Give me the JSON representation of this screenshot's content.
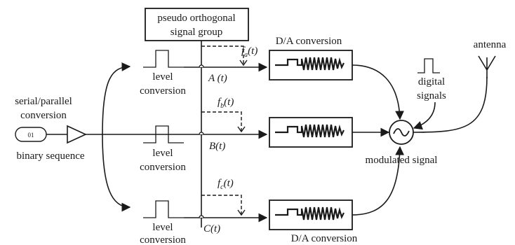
{
  "diagram": {
    "pseudo_group": {
      "line1": "pseudo orthogonal",
      "line2": "signal group"
    },
    "serial_parallel": {
      "line1": "serial/parallel",
      "line2": "conversion"
    },
    "binary_sequence": "binary sequence",
    "source_digits": "01",
    "level_conversion": {
      "line1": "level",
      "line2": "conversion"
    },
    "da_conversion": "D/A conversion",
    "digital_signals": {
      "line1": "digital",
      "line2": "signals"
    },
    "antenna": "antenna",
    "modulated_signal": "modulated signal",
    "channels": [
      {
        "func_base": "f",
        "func_sub": "a",
        "func_arg": "(t)",
        "signal": "A (t)"
      },
      {
        "func_base": "f",
        "func_sub": "b",
        "func_arg": "(t)",
        "signal": "B(t)"
      },
      {
        "func_base": "f",
        "func_sub": "c",
        "func_arg": "(t)",
        "signal": "C(t)"
      }
    ]
  }
}
